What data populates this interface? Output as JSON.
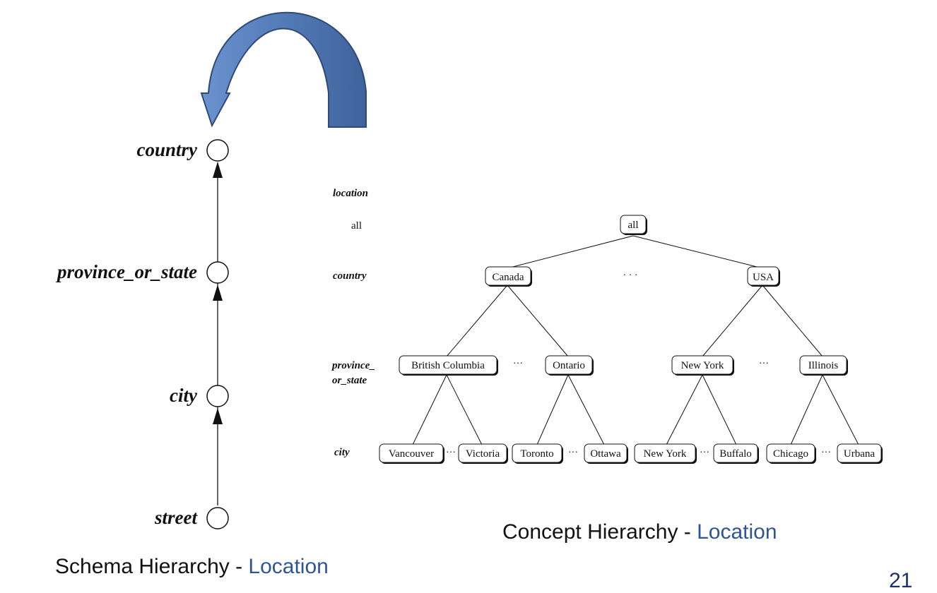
{
  "schema_hierarchy": {
    "levels": [
      "country",
      "province_or_state",
      "city",
      "street"
    ],
    "caption": {
      "prefix": "Schema Hierarchy - ",
      "accent": "Location"
    }
  },
  "concept_hierarchy": {
    "header": "location",
    "level_labels": {
      "all": "all",
      "country": "country",
      "province_line1": "province_",
      "province_line2": "or_state",
      "city": "city"
    },
    "nodes": {
      "all": "all",
      "canada": "Canada",
      "usa": "USA",
      "british_columbia": "British Columbia",
      "ontario": "Ontario",
      "new_york_state": "New York",
      "illinois": "Illinois",
      "vancouver": "Vancouver",
      "victoria": "Victoria",
      "toronto": "Toronto",
      "ottawa": "Ottawa",
      "new_york_city": "New York",
      "buffalo": "Buffalo",
      "chicago": "Chicago",
      "urbana": "Urbana"
    },
    "ellipsis_wide": "· · ·",
    "ellipsis": "···",
    "caption": {
      "prefix": "Concept Hierarchy - ",
      "accent": "Location"
    }
  },
  "page_number": "21",
  "colors": {
    "arc_fill": "#4A72B0",
    "arc_stroke": "#2E4A78",
    "accent_text": "#2F5597"
  }
}
